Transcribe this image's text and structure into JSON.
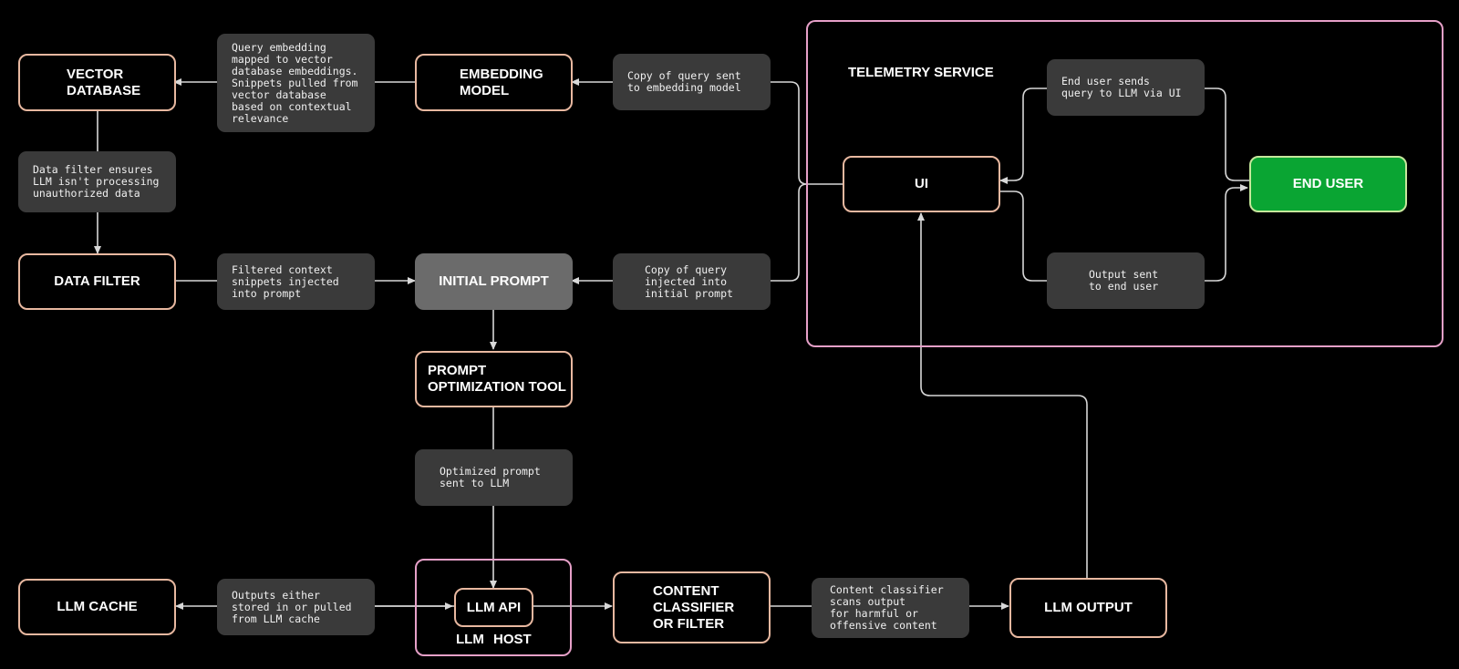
{
  "telemetry": {
    "label": "TELEMETRY SERVICE"
  },
  "llm_host": {
    "label": "LLM HOST"
  },
  "nodes": {
    "vector_database": "VECTOR\nDATABASE",
    "embedding_model": "EMBEDDING\nMODEL",
    "data_filter": "DATA FILTER",
    "initial_prompt": "INITIAL PROMPT",
    "prompt_optimization_tool": "PROMPT\nOPTIMIZATION TOOL",
    "llm_cache": "LLM CACHE",
    "llm_api": "LLM API",
    "content_classifier": "CONTENT\nCLASSIFIER\nOR FILTER",
    "llm_output": "LLM OUTPUT",
    "ui": "UI",
    "end_user": "END USER"
  },
  "notes": {
    "query_embedding": "Query embedding\nmapped to vector\ndatabase embeddings.\nSnippets pulled from\nvector database\nbased on contextual\nrelevance",
    "copy_to_embedding": "Copy of query sent\nto embedding model",
    "data_filter_ensures": "Data filter ensures\nLLM isn't processing\nunauthorized data",
    "filtered_context": "Filtered context\nsnippets injected\ninto prompt",
    "copy_to_initial_prompt": "Copy of query\ninjected into\ninitial prompt",
    "end_user_sends": "End user sends\nquery to LLM via UI",
    "output_sent": "Output sent\n to end user",
    "optimized_prompt": "Optimized prompt\nsent to LLM",
    "outputs_cache": "Outputs either\nstored in or pulled\nfrom LLM cache",
    "classifier_scans": "Content classifier\nscans output\nfor harmful or\noffensive content"
  },
  "colors": {
    "background": "#000000",
    "node_border": "#e8b8a0",
    "group_border": "#e6a0c8",
    "note_fill": "#3a3a3a",
    "initial_prompt_fill": "#6b6b6b",
    "end_user_fill": "#0aa533",
    "connector": "#d8d8d8"
  }
}
